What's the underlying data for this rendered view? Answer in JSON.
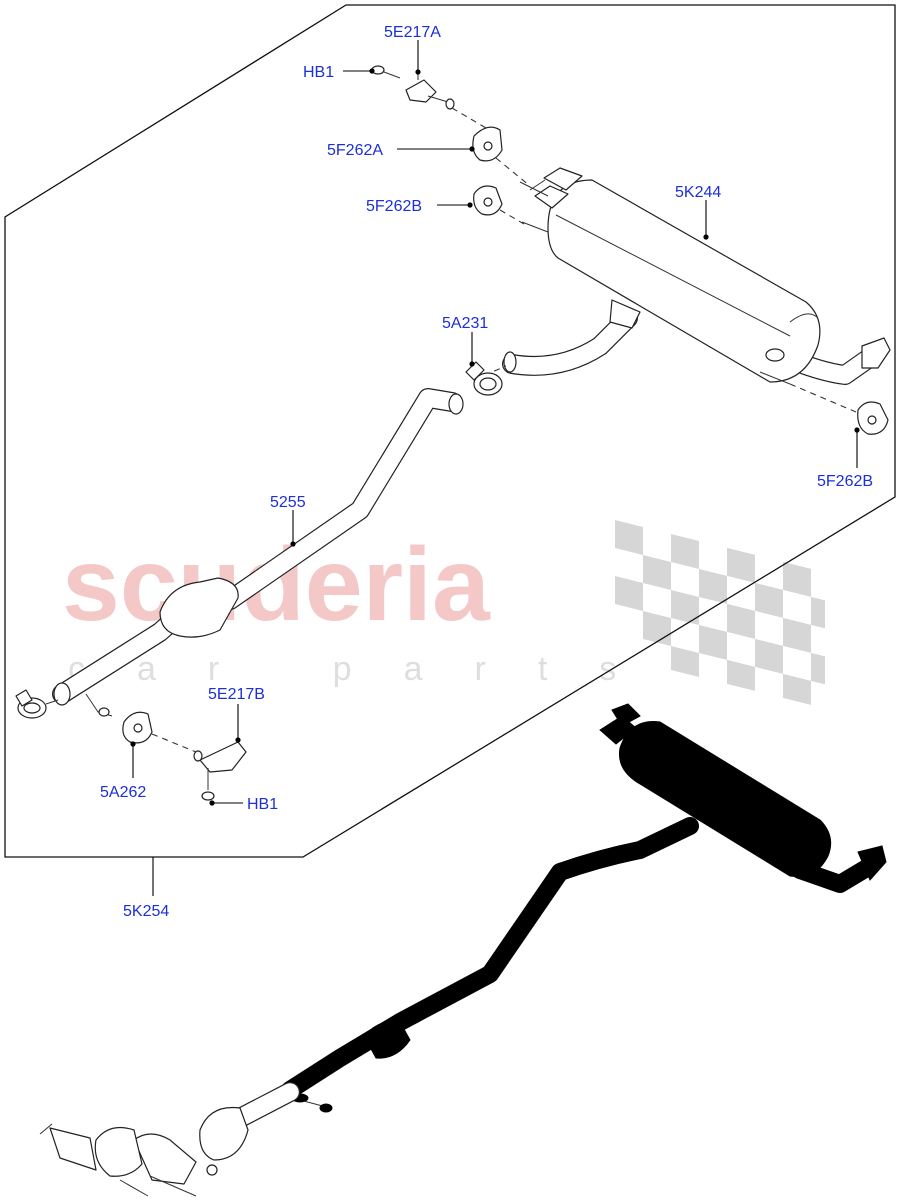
{
  "watermark": {
    "brand": "scuderia",
    "tagline": "car parts"
  },
  "callouts": {
    "c_5E217A": "5E217A",
    "c_HB1_top": "HB1",
    "c_5F262A": "5F262A",
    "c_5F262B_top": "5F262B",
    "c_5K244": "5K244",
    "c_5A231": "5A231",
    "c_5F262B_right": "5F262B",
    "c_5255": "5255",
    "c_5E217B": "5E217B",
    "c_5A262": "5A262",
    "c_HB1_bottom": "HB1",
    "c_5K254": "5K254"
  },
  "colors": {
    "callout_text": "#1c2fd8",
    "watermark_brand": "#f5c8c8",
    "watermark_checker": "#d6d6d6"
  }
}
